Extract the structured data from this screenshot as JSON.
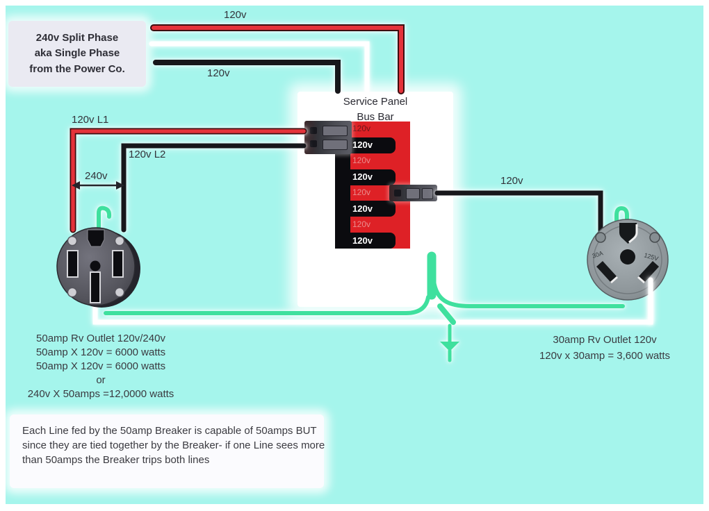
{
  "colors": {
    "background": "#a5f5ec",
    "wire_red": "#e4333a",
    "wire_black": "#17171b",
    "wire_white": "#ffffff",
    "wire_green": "#3fe09e",
    "bus_red": "#de2126",
    "bus_black": "#0b0b0f"
  },
  "power_box": {
    "lines": [
      "240v Split Phase",
      "aka Single Phase",
      "from the Power Co."
    ]
  },
  "wire_labels": {
    "source_red": "120v",
    "source_black": "120v",
    "line1": "120v L1",
    "line2": "120v L2",
    "line_to_line": "240v",
    "branch": "120v"
  },
  "panel": {
    "title_line1": "Service Panel",
    "title_line2": "Bus Bar",
    "bus_rows": [
      "120v",
      "120v",
      "120v",
      "120v",
      "120v",
      "120v",
      "120v",
      "120v"
    ]
  },
  "outlet_50amp": {
    "caption": [
      "50amp Rv Outlet 120v/240v",
      "50amp X 120v = 6000 watts",
      "50amp X 120v = 6000 watts",
      "or",
      "240v X 50amps =12,0000 watts"
    ]
  },
  "outlet_30amp": {
    "caption": [
      "30amp Rv Outlet 120v",
      "120v x 30amp = 3,600 watts"
    ],
    "markings": {
      "amps": "30A",
      "volts": "125V"
    }
  },
  "note_box": {
    "lines": [
      "Each Line fed by the 50amp Breaker is capable of 50amps BUT",
      "since they are tied together by the Breaker- if one Line sees more",
      "than 50amps the Breaker trips both lines"
    ]
  }
}
